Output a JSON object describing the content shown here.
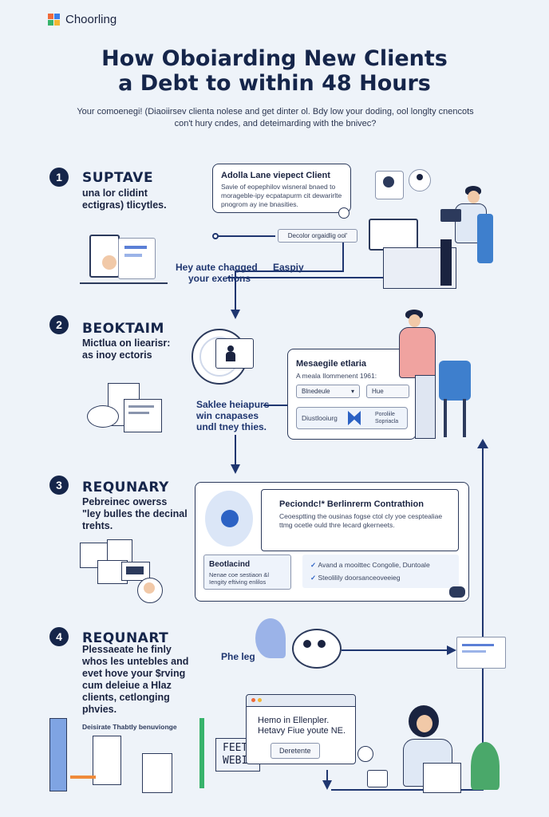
{
  "brand": {
    "name": "Choorling",
    "colors": [
      "#ef6a3a",
      "#3a7ee8",
      "#37b36b",
      "#f2b632"
    ]
  },
  "header": {
    "title_line1": "How Oboiarding New Clients",
    "title_line2": "a Debt to within 48 Hours",
    "subtitle": "Your comoenegi! (Diaoiirsev clienta nolese and get dinter ol. Bdy low your doding, ool longlty cnencots con't hury cndes, and deteimarding with the bnivec?"
  },
  "steps": [
    {
      "number": "1",
      "title": "SUPTAVE",
      "desc_line1": "una lor clidint",
      "desc_line2": "ectigras) tlicytles."
    },
    {
      "number": "2",
      "title": "BEOKTAIM",
      "desc_line1": "Mictlua on liearisr:",
      "desc_line2": "as inoy ectoris"
    },
    {
      "number": "3",
      "title": "REQUNARY",
      "desc_line1": "Pebreinec owerss",
      "desc_line2": "\"ley bulles the decinal",
      "desc_line3": "trehts."
    },
    {
      "number": "4",
      "title": "REQUNART",
      "desc_lines": [
        "Plessaeate he finly",
        "whos les untebles and",
        "evet hove your $rving",
        "cum deleiue a Hlaz",
        "clients, cetlonging",
        "phvies."
      ]
    }
  ],
  "cards": {
    "card1": {
      "title": "Adolla Lane viepect Client",
      "line1": "Savie of eopephilov wisneral bnaed to",
      "line2": "morageble-ipy ecpatapurm cit dewarirlte",
      "line3": "pnogrom ay ine bnasities."
    },
    "card1_form": {
      "label": "Decolor orgaidlig ool'"
    },
    "card2": {
      "title": "Mesaegile etlaria",
      "subtitle": "A meala Ilommenent 1961:",
      "field1": "Blnedeule",
      "field2": "Hue",
      "footer_left": "Diustlooiurg",
      "footer_right_line1": "Poroliile",
      "footer_right_line2": "Sopriacla"
    },
    "card3": {
      "title": "Peciondc!* Berlinrerm Contrathion",
      "line1": "Ceoesptting the ousinas fogse ctol cly yoe cesptealiae",
      "line2": "ttmg ocetle ould thre lecard gkerneets.",
      "left_title": "Beotlacind",
      "left_line1": "Nenae coe sestiaon &l",
      "left_line2": "Iengity eftiving enlilos",
      "right_item1": "Avand a mooittec Congolie, Duntoale",
      "right_item2": "Steolilily doorsanceoveeieg"
    },
    "card4": {
      "line1": "Hemo in Ellenpler.",
      "line2": "Hetavy Fiue youte NE.",
      "button": "Deretente"
    }
  },
  "flow_labels": {
    "label1a": "Hey aute chagged",
    "label1b": "Easpiy",
    "label1c": "your exetions",
    "label2a": "Saklee heiapurs",
    "label2b": "win cnapases",
    "label2c": "undl tney thies.",
    "label4": "Phe leg",
    "bottom_left": "Deisirate Thabtly benuvionge",
    "sign": "FEET WEBI"
  }
}
